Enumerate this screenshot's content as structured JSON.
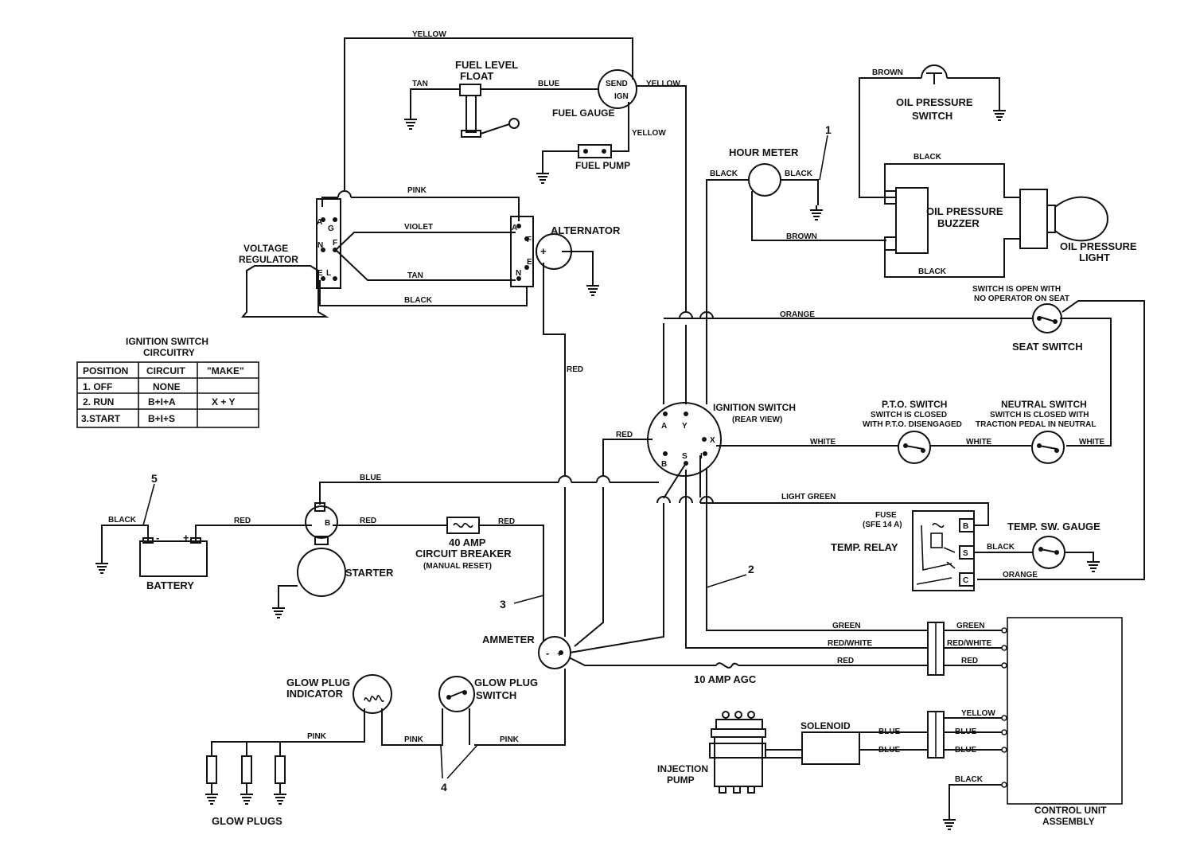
{
  "components": {
    "fuel_level_float": [
      "FUEL LEVEL",
      "FLOAT"
    ],
    "fuel_gauge": "FUEL GAUGE",
    "fuel_gauge_send": "SEND",
    "fuel_gauge_ign": "IGN",
    "fuel_pump": "FUEL PUMP",
    "voltage_regulator": [
      "VOLTAGE",
      "REGULATOR"
    ],
    "alternator": "ALTERNATOR",
    "hour_meter": "HOUR METER",
    "oil_pressure_switch": [
      "OIL PRESSURE",
      "SWITCH"
    ],
    "oil_pressure_buzzer": [
      "OIL PRESSURE",
      "BUZZER"
    ],
    "oil_pressure_light": [
      "OIL PRESSURE",
      "LIGHT"
    ],
    "seat_switch_note": [
      "SWITCH IS OPEN WITH",
      "NO OPERATOR ON SEAT"
    ],
    "seat_switch": "SEAT SWITCH",
    "ignition_switch": [
      "IGNITION SWITCH",
      "(REAR VIEW)"
    ],
    "pto_switch": [
      "P.T.O. SWITCH",
      "SWITCH IS CLOSED",
      "WITH P.T.O. DISENGAGED"
    ],
    "neutral_switch": [
      "NEUTRAL SWITCH",
      "SWITCH IS CLOSED WITH",
      "TRACTION PEDAL IN NEUTRAL"
    ],
    "battery": "BATTERY",
    "starter": "STARTER",
    "circuit_breaker": [
      "40 AMP",
      "CIRCUIT BREAKER",
      "(MANUAL RESET)"
    ],
    "fuse": [
      "FUSE",
      "(SFE 14 A)"
    ],
    "temp_relay": "TEMP. RELAY",
    "temp_sw_gauge": "TEMP. SW. GAUGE",
    "ammeter": "AMMETER",
    "agc_fuse": "10 AMP AGC",
    "glow_plug_indicator": [
      "GLOW PLUG",
      "INDICATOR"
    ],
    "glow_plug_switch": [
      "GLOW PLUG",
      "SWITCH"
    ],
    "glow_plugs": "GLOW PLUGS",
    "injection_pump": [
      "INJECTION",
      "PUMP"
    ],
    "solenoid": "SOLENOID",
    "control_unit": [
      "CONTROL UNIT",
      "ASSEMBLY"
    ]
  },
  "terminals": {
    "regulator": [
      "A",
      "G",
      "N",
      "F",
      "E",
      "L"
    ],
    "alternator": [
      "A",
      "F",
      "E",
      "N",
      "+"
    ],
    "ignition_switch": [
      "A",
      "Y",
      "X",
      "B",
      "S",
      "I"
    ],
    "temp_relay": [
      "B",
      "S",
      "C"
    ],
    "battery": [
      "-",
      "+"
    ],
    "starter": "B",
    "ammeter": [
      "-",
      "+"
    ]
  },
  "wire_labels": {
    "yellow": "YELLOW",
    "tan": "TAN",
    "blue": "BLUE",
    "pink": "PINK",
    "violet": "VIOLET",
    "black": "BLACK",
    "red": "RED",
    "brown": "BROWN",
    "orange": "ORANGE",
    "white": "WHITE",
    "light_green": "LIGHT GREEN",
    "green": "GREEN",
    "red_white": "RED/WHITE"
  },
  "callouts": [
    "1",
    "2",
    "3",
    "4",
    "5"
  ],
  "ignition_table": {
    "title": [
      "IGNITION SWITCH",
      "CIRCUITRY"
    ],
    "headers": [
      "POSITION",
      "CIRCUIT",
      "\"MAKE\""
    ],
    "rows": [
      [
        "1. OFF",
        "NONE",
        ""
      ],
      [
        "2. RUN",
        "B+I+A",
        "X + Y"
      ],
      [
        "3.START",
        "B+I+S",
        ""
      ]
    ]
  }
}
